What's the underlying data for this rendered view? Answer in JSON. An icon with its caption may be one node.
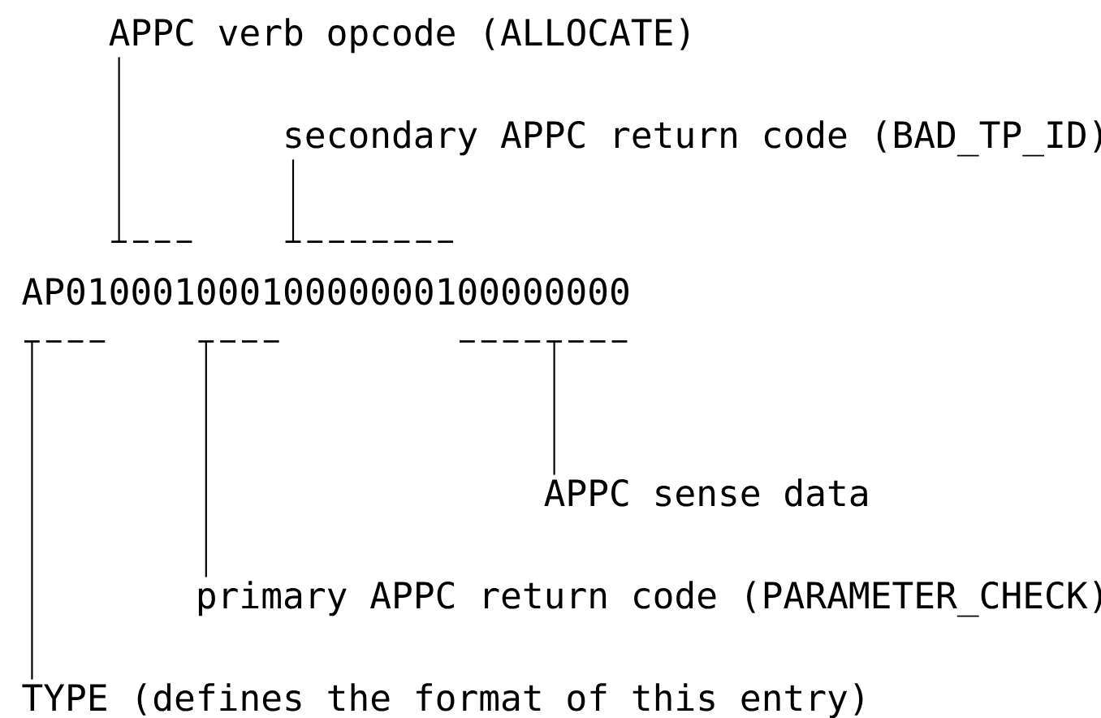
{
  "diagram": {
    "nodes": [
      {
        "text": [
          "APPC verb opcode (ALLOCATE)"
        ]
      },
      {
        "text": [
          "secondary APPC return code (BAD_TP_ID)"
        ]
      },
      {
        "text": [
          "AP01000100010000000100000000"
        ]
      },
      {
        "text": [
          "APPC sense data"
        ]
      },
      {
        "text": [
          "primary APPC return code (PARAMETER_CHECK)"
        ]
      },
      {
        "text": [
          "TYPE (defines the format of this entry)"
        ]
      }
    ],
    "edges": [
      {
        "from": 0,
        "to": 2,
        "arrow": "none"
      },
      {
        "from": 1,
        "to": 2,
        "arrow": "none"
      },
      {
        "from": 3,
        "to": 2,
        "arrow": "none"
      },
      {
        "from": 4,
        "to": 2,
        "arrow": "none"
      },
      {
        "from": 5,
        "to": 2,
        "arrow": "none"
      }
    ]
  }
}
